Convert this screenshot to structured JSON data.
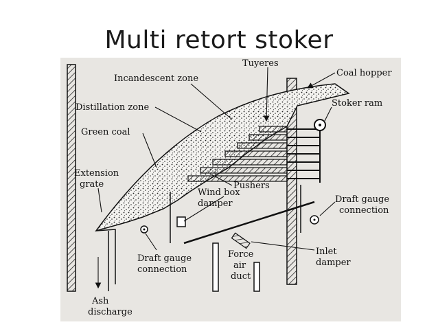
{
  "slide": {
    "title": "Multi retort stoker"
  },
  "diagram": {
    "labels": {
      "tuyeres": "Tuyeres",
      "coal_hopper": "Coal hopper",
      "incandescent_zone": "Incandescent zone",
      "distillation_zone": "Distillation zone",
      "stoker_ram": "Stoker ram",
      "green_coal": "Green coal",
      "extension_grate_1": "Extension",
      "extension_grate_2": "grate",
      "pushers": "Pushers",
      "wind_box_damper_1": "Wind box",
      "wind_box_damper_2": "damper",
      "draft_gauge_right_1": "Draft gauge",
      "draft_gauge_right_2": "connection",
      "draft_gauge_left_1": "Draft gauge",
      "draft_gauge_left_2": "connection",
      "force_air_duct_1": "Force",
      "force_air_duct_2": "air",
      "force_air_duct_3": "duct",
      "inlet_damper_1": "Inlet",
      "inlet_damper_2": "damper",
      "ash_discharge_1": "Ash",
      "ash_discharge_2": "discharge"
    }
  }
}
